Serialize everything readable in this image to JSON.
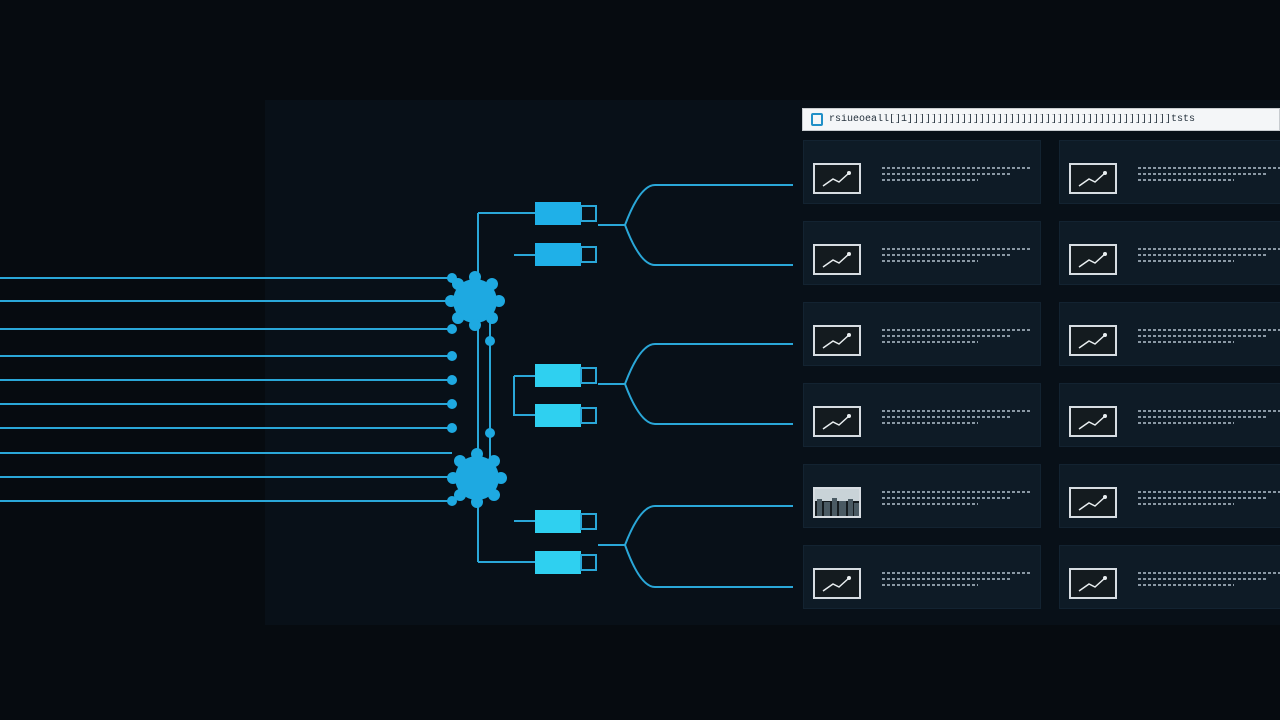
{
  "search": {
    "app_icon": "app-logo-icon",
    "query": "rsiueoeall[]1]]]]]]]]]]]]]]]]]]]]]]]]]]]]]]]]]]]]]]]]]]]]tsts"
  },
  "results": [
    {
      "thumb": "image-thumbnail"
    },
    {
      "thumb": "image-thumbnail"
    },
    {
      "thumb": "image-thumbnail"
    },
    {
      "thumb": "image-thumbnail"
    },
    {
      "thumb": "image-thumbnail"
    },
    {
      "thumb": "image-thumbnail"
    },
    {
      "thumb": "image-thumbnail"
    },
    {
      "thumb": "image-thumbnail"
    },
    {
      "thumb": "city-thumbnail"
    },
    {
      "thumb": "image-thumbnail"
    },
    {
      "thumb": "image-thumbnail"
    },
    {
      "thumb": "image-thumbnail"
    }
  ],
  "colors": {
    "background": "#060b10",
    "line": "#2aa7d8",
    "node": "#1ea9e1",
    "module": "#1fb0e8",
    "module_light": "#2fd0f0",
    "card": "#0e1b26"
  }
}
